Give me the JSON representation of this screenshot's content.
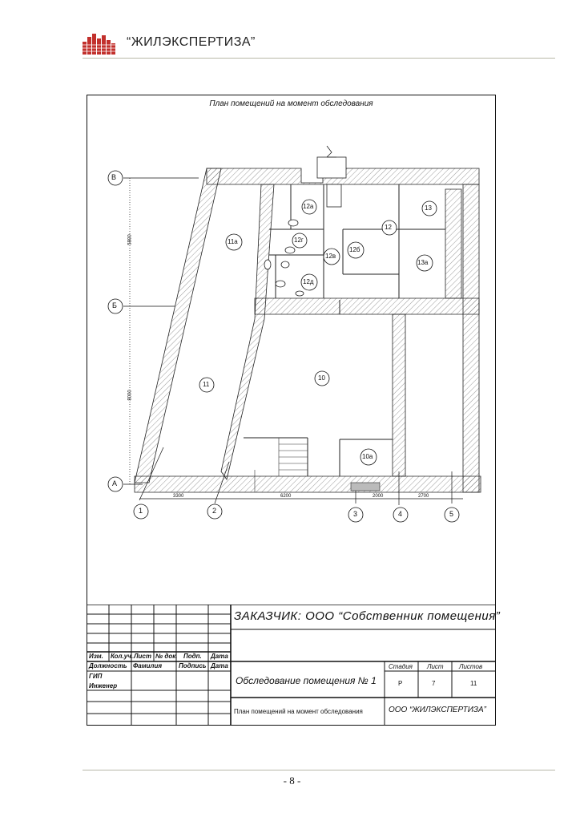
{
  "header": {
    "company": "“ЖИЛЭКСПЕРТИЗА”"
  },
  "plan": {
    "title": "План помещений на момент обследования",
    "axes_letters": [
      "В",
      "Б",
      "А"
    ],
    "axes_numbers": [
      "1",
      "2",
      "3",
      "4",
      "5"
    ],
    "dims_vertical": [
      "5800",
      "8000"
    ],
    "dims_horizontal": [
      "3300",
      "6200",
      "2000",
      "2700"
    ],
    "rooms": [
      "12а",
      "13",
      "12",
      "12г",
      "12б",
      "11а",
      "12в",
      "13а",
      "12д",
      "10",
      "11",
      "10а"
    ]
  },
  "stamp": {
    "customer": "ЗАКАЗЧИК: ООО “Собственник помещения”",
    "col_headers": [
      "Изм.",
      "Кол.уч.",
      "Лист",
      "№ док.",
      "Подп.",
      "Дата"
    ],
    "row_headers": [
      "Должность",
      "Фамилия",
      "Подпись",
      "Дата"
    ],
    "positions": [
      "ГИП",
      "Инженер"
    ],
    "object": "Обследование помещения № 1",
    "stage_label": "Стадия",
    "sheet_label": "Лист",
    "sheets_label": "Листов",
    "stage": "Р",
    "sheet": "7",
    "sheets": "11",
    "drawing_name": "План помещений на момент обследования",
    "org": "ООО “ЖИЛЭКСПЕРТИЗА”"
  },
  "footer": {
    "page": "- 8 -"
  }
}
